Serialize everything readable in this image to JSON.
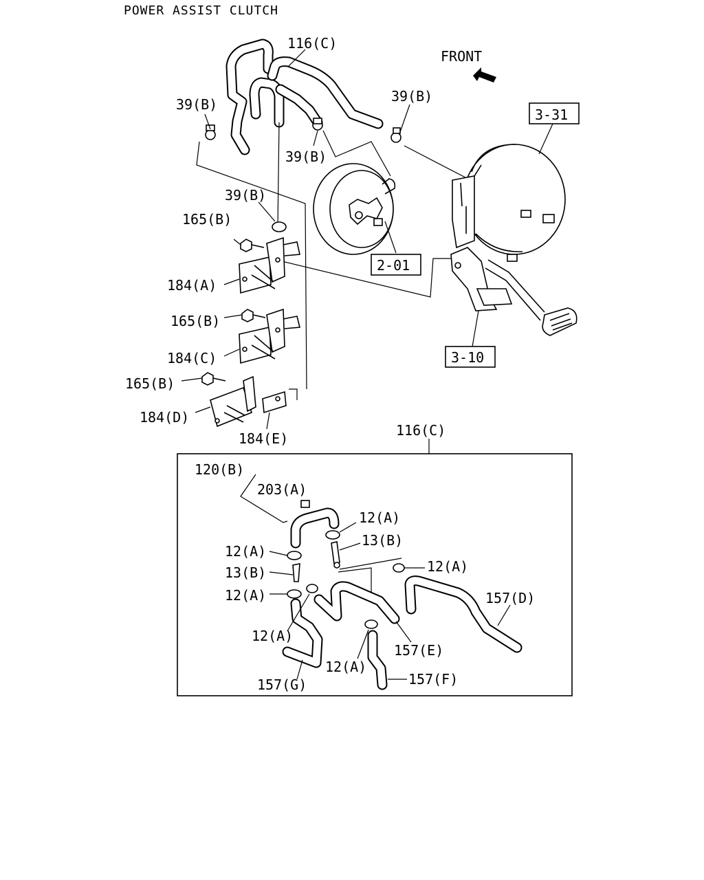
{
  "title": "POWER ASSIST CLUTCH",
  "front_label": "FRONT",
  "labels": {
    "l116c_top": "116(C)",
    "l39b_left": "39(B)",
    "l39b_right": "39(B)",
    "l39b_mid": "39(B)",
    "l39b_lower": "39(B)",
    "l165b_1": "165(B)",
    "l184a": "184(A)",
    "l165b_2": "165(B)",
    "l184c": "184(C)",
    "l165b_3": "165(B)",
    "l184d": "184(D)",
    "l184e": "184(E)",
    "l116c_detail": "116(C)",
    "l120b": "120(B)",
    "l203a": "203(A)",
    "l12a_1": "12(A)",
    "l13b_1": "13(B)",
    "l12a_2": "12(A)",
    "l13b_2": "13(B)",
    "l12a_3": "12(A)",
    "l12a_4": "12(A)",
    "l157d": "157(D)",
    "l12a_5": "12(A)",
    "l157e": "157(E)",
    "l12a_6": "12(A)",
    "l157f": "157(F)",
    "l157g": "157(G)"
  },
  "refs": {
    "r331": "3-31",
    "r201": "2-01",
    "r310": "3-10"
  }
}
